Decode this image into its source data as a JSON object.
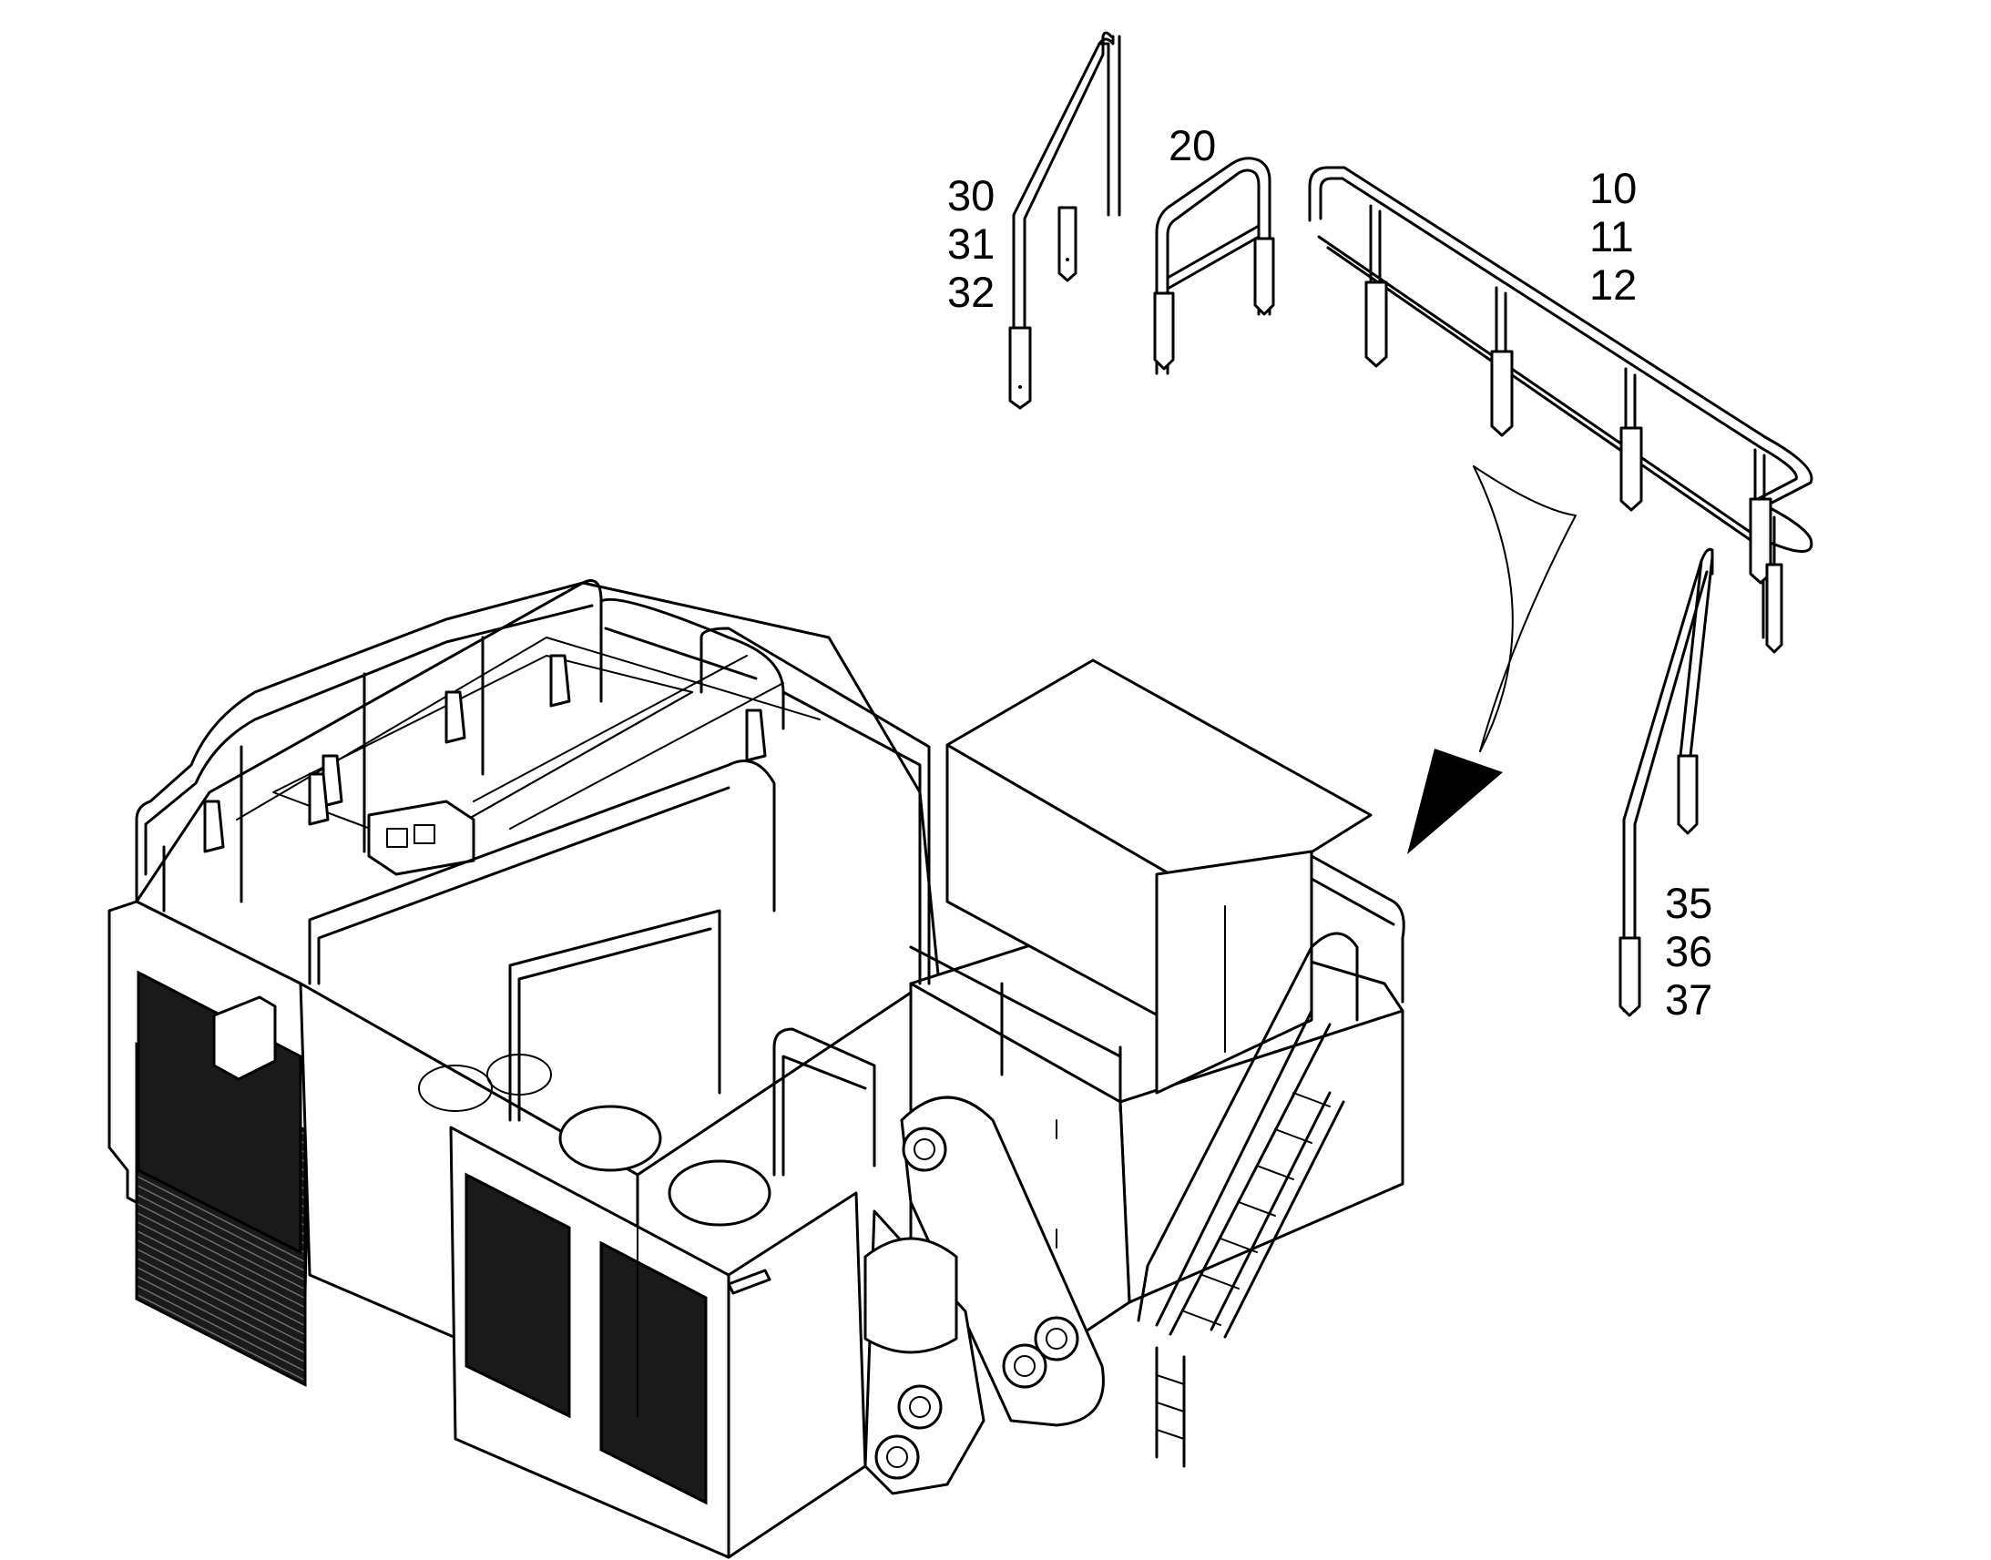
{
  "callouts": {
    "group_30": {
      "lines": [
        "30",
        "31",
        "32"
      ]
    },
    "group_20": {
      "lines": [
        "20"
      ]
    },
    "group_10": {
      "lines": [
        "10",
        "11",
        "12"
      ]
    },
    "group_35": {
      "lines": [
        "35",
        "36",
        "37"
      ]
    }
  },
  "colors": {
    "line": "#000000",
    "background": "#ffffff",
    "grille": "#1a1a1a"
  },
  "icons": {
    "part_30": "handrail-section-icon",
    "part_20": "handrail-gate-icon",
    "part_10": "handrail-long-icon",
    "part_35": "handrail-section-icon",
    "pointer": "curved-arrow-icon",
    "machine": "excavator-superstructure-icon"
  }
}
